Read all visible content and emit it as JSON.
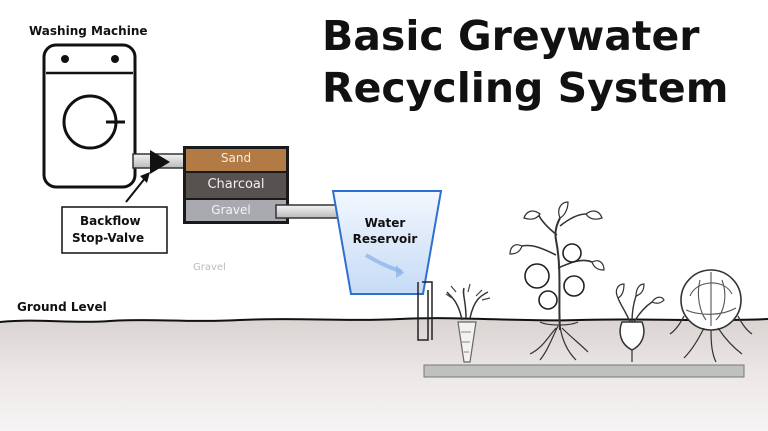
{
  "title": {
    "line1": "Basic Greywater",
    "line2": "Recycling System"
  },
  "labels": {
    "washing_machine": "Washing Machine",
    "backflow_line1": "Backflow",
    "backflow_line2": "Stop-Valve",
    "ground_level": "Ground Level",
    "gravel_stray": "Gravel",
    "reservoir_line1": "Water",
    "reservoir_line2": "Reservoir"
  },
  "filter_layers": [
    "Sand",
    "Charcoal",
    "Gravel"
  ],
  "plants": [
    "carrot",
    "tomato-plant",
    "beet",
    "cabbage"
  ],
  "colors": {
    "sand": "#b07a45",
    "charcoal": "#5a5450",
    "gravel": "#a8a8ae",
    "reservoir": "#cfe0f7",
    "ground": "#e8e2e0"
  }
}
